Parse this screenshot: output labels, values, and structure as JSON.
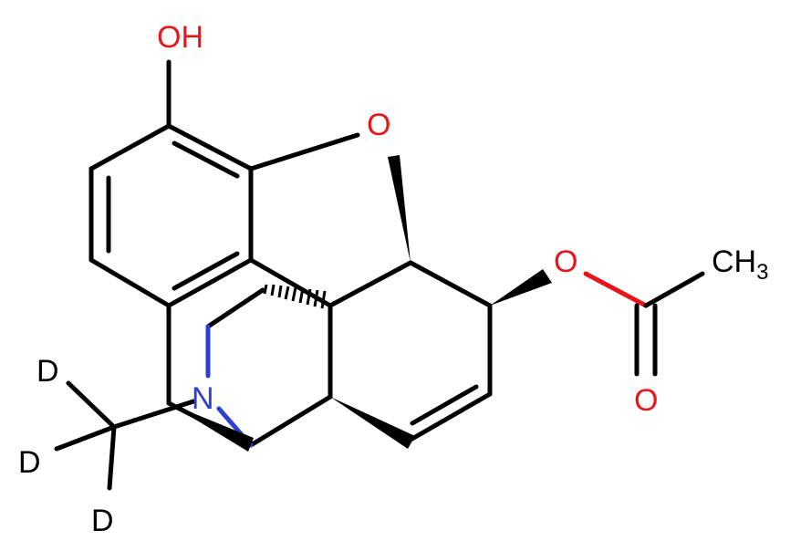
{
  "molecule": {
    "atoms": [
      {
        "id": "hydroxyl",
        "text": "OH",
        "color": "#e8161b"
      },
      {
        "id": "ether-oxygen",
        "text": "O",
        "color": "#e8161b"
      },
      {
        "id": "ester-oxygen",
        "text": "O",
        "color": "#e8161b"
      },
      {
        "id": "carbonyl-oxygen",
        "text": "O",
        "color": "#e8161b"
      },
      {
        "id": "nitrogen",
        "text": "N",
        "color": "#2e3fd0"
      },
      {
        "id": "methyl-carbon",
        "text": "CH",
        "subscript": "3",
        "color": "#000000"
      },
      {
        "id": "deuterium-1",
        "text": "D",
        "color": "#000000"
      },
      {
        "id": "deuterium-2",
        "text": "D",
        "color": "#000000"
      },
      {
        "id": "deuterium-3",
        "text": "D",
        "color": "#000000"
      }
    ]
  }
}
